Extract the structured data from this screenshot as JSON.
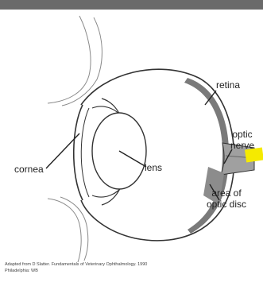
{
  "labels": {
    "retina": "retina",
    "optic_nerve": "optic\nnerve",
    "cornea": "cornea",
    "lens": "lens",
    "optic_disc": "area of\noptic disc"
  },
  "credit": {
    "line1": "Adapted from D Slatter. Fundamentals of Veterinary Ophthalmology. 1990",
    "line2": "Philadelphia: WB"
  },
  "colors": {
    "top_bar": "#6a6a6a",
    "retina_fill": "#7a7a7a",
    "optic_nerve_fill": "#9a9a9a",
    "highlight": "#f5ea00",
    "line": "#333333"
  }
}
